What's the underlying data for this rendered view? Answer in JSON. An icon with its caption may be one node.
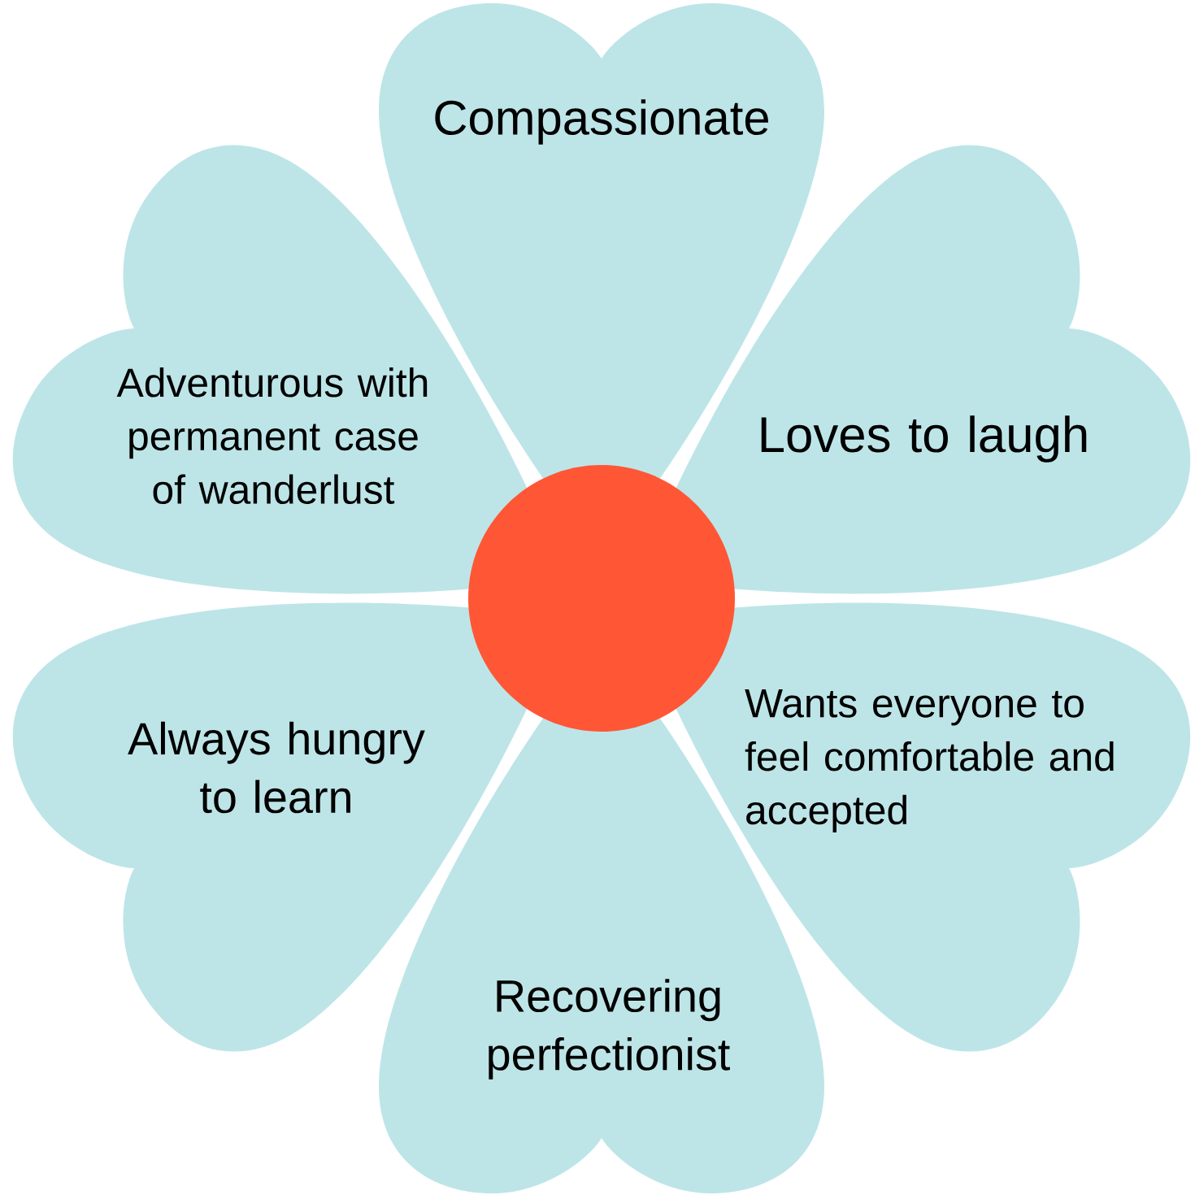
{
  "diagram": {
    "nodes": [
      {
        "text": [],
        "shape": "circle"
      },
      {
        "text": [
          "Compassionate"
        ]
      },
      {
        "text": [
          "Adventurous with permanent case of wanderlust"
        ]
      },
      {
        "text": [
          "Loves to laugh"
        ]
      },
      {
        "text": [
          "Wants everyone to feel comfortable and accepted"
        ]
      },
      {
        "text": [
          "Always hungry to learn"
        ]
      },
      {
        "text": [
          "Recovering perfectionist"
        ]
      }
    ]
  }
}
